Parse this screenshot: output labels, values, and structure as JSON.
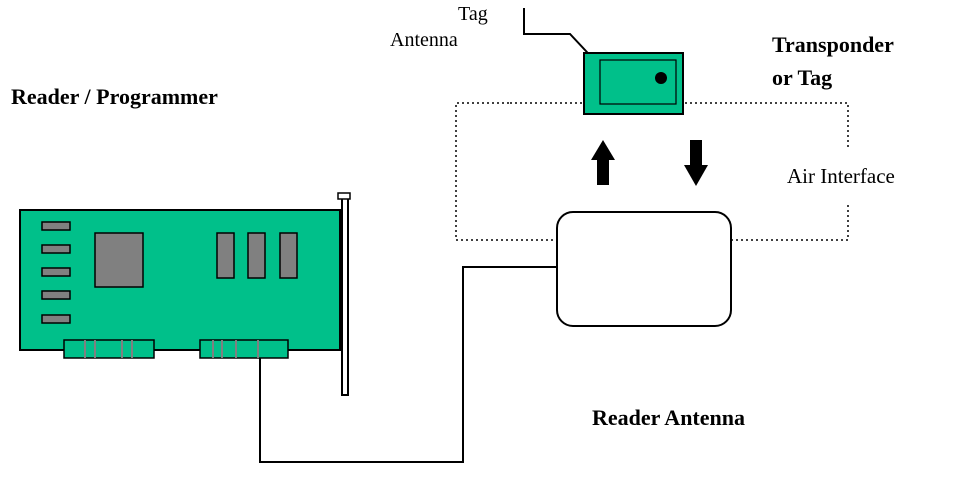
{
  "labels": {
    "reader_programmer": "Reader / Programmer",
    "tag_antenna_line1": "Tag",
    "tag_antenna_line2": "Antenna",
    "transponder_line1": "Transponder",
    "transponder_line2": "or Tag",
    "air_interface": "Air Interface",
    "reader_antenna": "Reader Antenna"
  },
  "colors": {
    "board_green": "#00c08a",
    "chip_gray": "#808080",
    "connector_gray": "#808080",
    "line_black": "#000000",
    "background": "#ffffff"
  },
  "icons": {
    "up_arrow": "arrow-up-icon",
    "down_arrow": "arrow-down-icon"
  }
}
